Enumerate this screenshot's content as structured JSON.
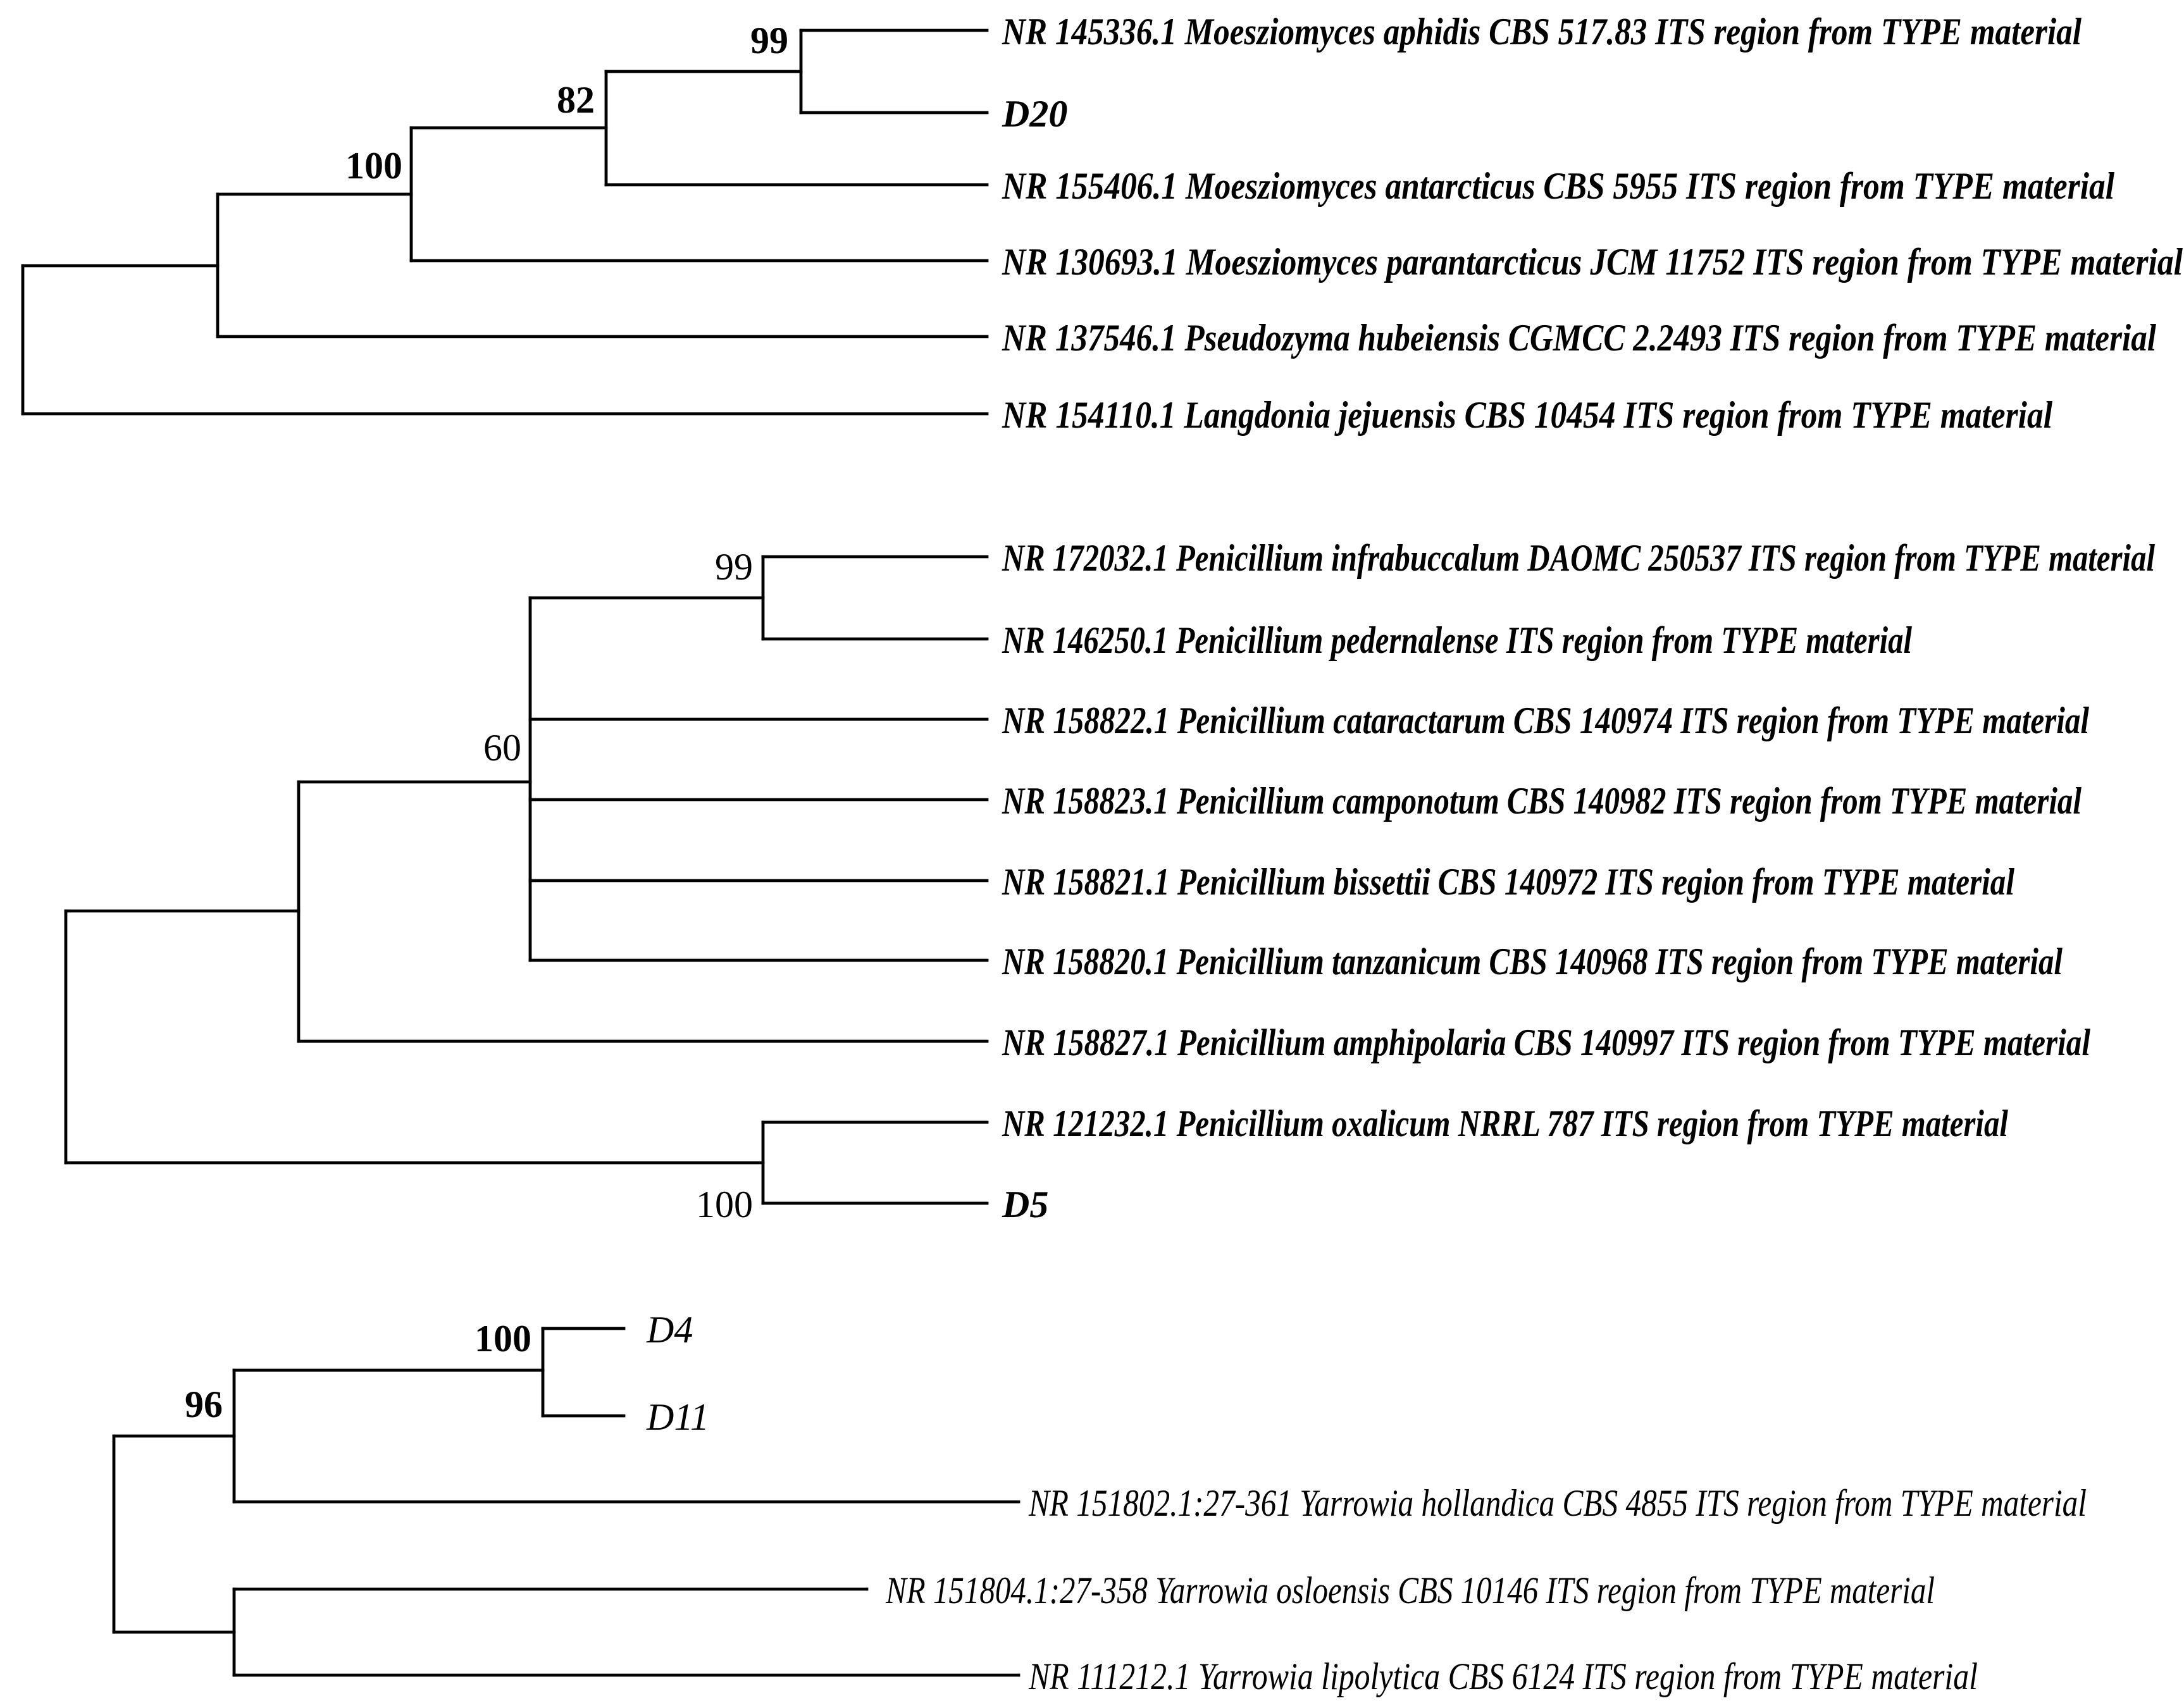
{
  "panels": [
    {
      "id": "moesziomyces",
      "taxa": [
        "NR 145336.1 Moesziomyces aphidis CBS 517.83 ITS region from TYPE material",
        "D20",
        "NR 155406.1 Moesziomyces antarcticus CBS 5955 ITS region from TYPE material",
        "NR 130693.1 Moesziomyces parantarcticus JCM 11752 ITS region from TYPE material",
        "NR 137546.1 Pseudozyma hubeiensis CGMCC 2.2493 ITS region from TYPE material",
        "NR 154110.1 Langdonia jejuensis CBS 10454 ITS region from TYPE material"
      ],
      "support_values": [
        "99",
        "82",
        "100"
      ]
    },
    {
      "id": "penicillium",
      "taxa": [
        "NR 172032.1 Penicillium infrabuccalum DAOMC 250537 ITS region from TYPE material",
        "NR 146250.1 Penicillium pedernalense ITS region from TYPE material",
        "NR 158822.1 Penicillium cataractarum CBS 140974 ITS region from TYPE material",
        "NR 158823.1 Penicillium camponotum CBS 140982 ITS region from TYPE material",
        "NR 158821.1 Penicillium bissettii CBS 140972 ITS region from TYPE material",
        "NR 158820.1 Penicillium tanzanicum CBS 140968 ITS region from TYPE material",
        "NR 158827.1 Penicillium amphipolaria CBS 140997 ITS region from TYPE material",
        "NR 121232.1 Penicillium oxalicum NRRL 787 ITS region from TYPE material",
        "D5"
      ],
      "support_values": [
        "99",
        "60",
        "100"
      ]
    },
    {
      "id": "yarrowia",
      "taxa": [
        "D4",
        "D11",
        "NR 151802.1:27-361 Yarrowia hollandica CBS 4855 ITS region from TYPE material",
        "NR 151804.1:27-358 Yarrowia osloensis CBS 10146 ITS region from TYPE material",
        "NR 111212.1 Yarrowia lipolytica CBS 6124 ITS region from TYPE material"
      ],
      "support_values": [
        "100",
        "96"
      ]
    }
  ]
}
